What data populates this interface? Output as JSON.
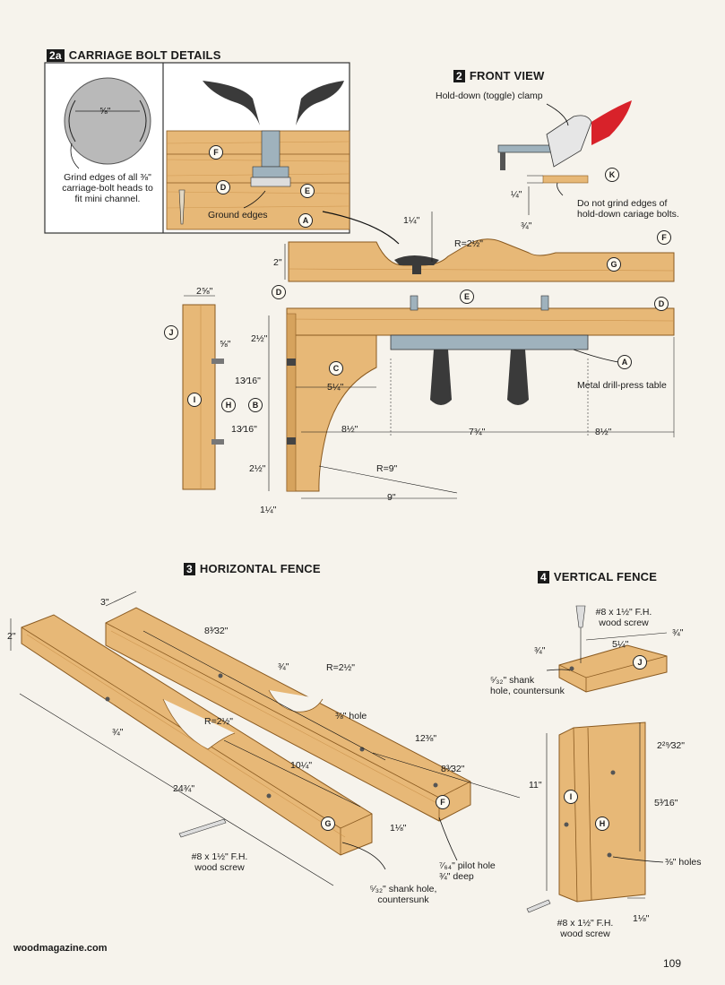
{
  "colors": {
    "wood": "#e7b877",
    "wood_dark": "#c98f47",
    "metal": "#9fb2bd",
    "handle": "#3a3a3a",
    "clamp_red": "#d8222a",
    "background": "#f6f3ec"
  },
  "figures": {
    "carriage_bolt": {
      "number": "2a",
      "title": "CARRIAGE BOLT DETAILS",
      "dim_bolt": "⅝\"",
      "note": "Grind edges of all ⅜\"\ncarriage-bolt heads to\nfit mini channel.",
      "ground_edges": "Ground edges",
      "tags": {
        "f": "F",
        "d": "D",
        "e": "E",
        "a": "A"
      }
    },
    "front_view": {
      "number": "2",
      "title": "FRONT VIEW",
      "clamp_label": "Hold-down (toggle) clamp",
      "no_grind_note": "Do not grind edges of\nhold-down cariage bolts.",
      "table_label": "Metal drill-press table",
      "dims": {
        "quarter": "¼\"",
        "three_quarter": "¾\"",
        "one_quarter_in": "1¼\"",
        "radius_small": "R=2½\"",
        "two": "2\"",
        "two_five_eighths": "2⅝\"",
        "five_eighths": "⅝\"",
        "two_half_top": "2½\"",
        "thirteen_16_top": "13⁄16\"",
        "five_quarter": "5¼\"",
        "thirteen_16_bottom": "13⁄16\"",
        "eight_half_left": "8½\"",
        "seven_three_quarter": "7¾\"",
        "eight_half_right": "8½\"",
        "two_half_bottom": "2½\"",
        "radius_large": "R=9\"",
        "nine": "9\"",
        "one_quarter_bottom": "1¼\""
      },
      "tags": {
        "k": "K",
        "f": "F",
        "g": "G",
        "d_top": "D",
        "e": "E",
        "d_right": "D",
        "a": "A",
        "j": "J",
        "i": "I",
        "h": "H",
        "b": "B",
        "c": "C"
      }
    },
    "horizontal_fence": {
      "number": "3",
      "title": "HORIZONTAL FENCE",
      "dims": {
        "three": "3\"",
        "two": "2\"",
        "eight_3_32_top": "8³⁄32\"",
        "three_quarter_top": "¾\"",
        "radius_right": "R=2½\"",
        "three_eighths_hole": "⅜\" hole",
        "three_quarter_left": "¾\"",
        "radius_left": "R=2½\"",
        "twelve_three_eighths": "12⅜\"",
        "ten_quarter": "10¼\"",
        "eight_3_32_bottom": "8³⁄32\"",
        "twenty_four": "24¾\"",
        "one_eighth": "1⅛\""
      },
      "screw": "#8 x 1½\" F.H.\nwood screw",
      "pilot_hole": "⁷⁄₆₄\" pilot hole\n¾\" deep",
      "shank_hole": "⁵⁄₃₂\" shank hole,\ncountersunk",
      "tags": {
        "f": "F",
        "g": "G"
      }
    },
    "vertical_fence": {
      "number": "4",
      "title": "VERTICAL FENCE",
      "screw_top": "#8 x 1½\" F.H.\nwood screw",
      "dims": {
        "three_quarter_left": "¾\"",
        "five_quarter": "5¼\"",
        "three_quarter_right": "¾\"",
        "twenty_nine_32": "2²⁹⁄32\"",
        "eleven": "11\"",
        "five_16": "5³⁄16\"",
        "one_eighth": "1⅛\""
      },
      "shank_hole": "⁵⁄₃₂\" shank\nhole, countersunk",
      "holes": "⅜\" holes",
      "screw_bottom": "#8 x 1½\" F.H.\nwood screw",
      "tags": {
        "j": "J",
        "i": "I",
        "h": "H"
      }
    }
  },
  "footer": {
    "url": "woodmagazine.com",
    "page": "109"
  }
}
